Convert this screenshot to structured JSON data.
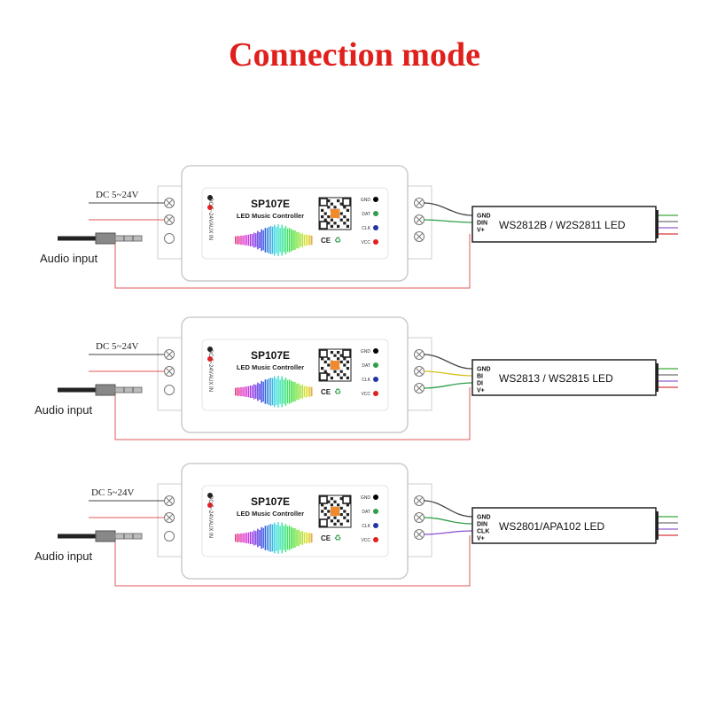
{
  "title": "Connection mode",
  "colors": {
    "title": "#e0201c",
    "wire_red": "#e05a5a",
    "wire_black": "#444444",
    "wire_green": "#2e9e48",
    "wire_yellow": "#d6c020",
    "wire_blue": "#3b5bd6",
    "wire_purple": "#8a4fd0",
    "box_outline": "#cccccc"
  },
  "controller": {
    "model": "SP107E",
    "subtitle": "LED Music Controller",
    "power_label": "DC 5~24V",
    "aux_label": "AUX IN",
    "ce_mark": "CE",
    "weee_mark": "♻"
  },
  "power_input_label": "DC 5~24V",
  "audio_input_label": "Audio input",
  "diagrams": [
    {
      "pins": [
        "GND",
        "DAT",
        "CLK",
        "VCC"
      ],
      "pin_colors": [
        "#000000",
        "#2e9e48",
        "#2233aa",
        "#e0201c"
      ],
      "strip_pins": [
        "GND",
        "DIN",
        "V+"
      ],
      "strip_label": "WS2812B / W2S2811 LED"
    },
    {
      "pins": [
        "GND",
        "DAT",
        "CLK",
        "VCC"
      ],
      "pin_colors": [
        "#000000",
        "#2e9e48",
        "#2233aa",
        "#e0201c"
      ],
      "strip_pins": [
        "GND",
        "BI",
        "DI",
        "V+"
      ],
      "strip_label": "WS2813 / WS2815 LED"
    },
    {
      "pins": [
        "GND",
        "DAT",
        "CLK",
        "VCC"
      ],
      "pin_colors": [
        "#000000",
        "#2e9e48",
        "#2233aa",
        "#e0201c"
      ],
      "strip_pins": [
        "GND",
        "DIN",
        "CLK",
        "V+"
      ],
      "strip_label": "WS2801/APA102  LED"
    }
  ]
}
